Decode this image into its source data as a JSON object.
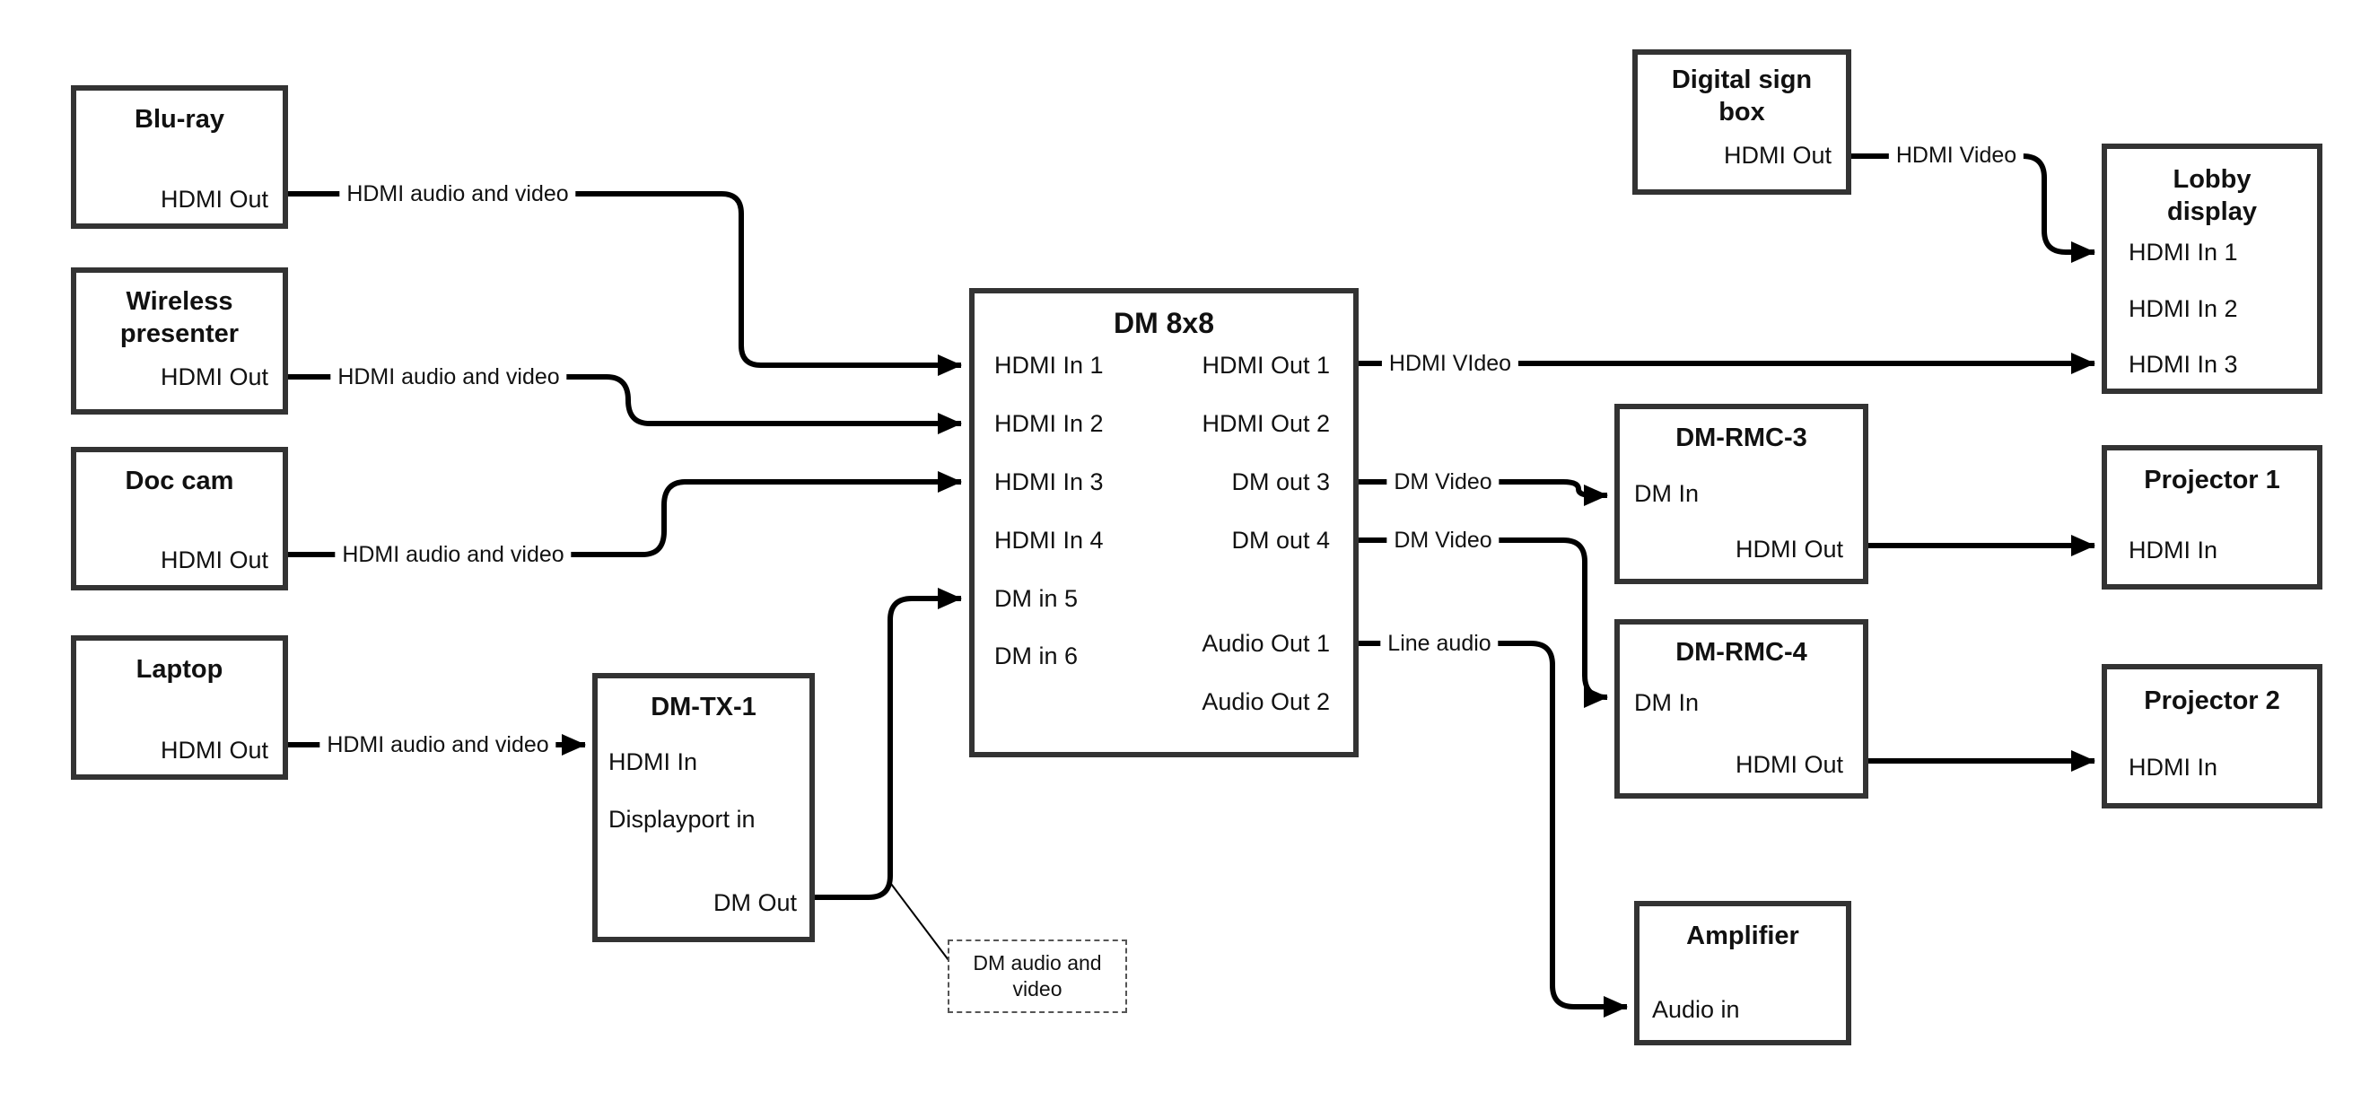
{
  "canvas": {
    "background": "#ffffff",
    "line_color": "#000000",
    "box_border_color": "#333333",
    "text_color": "#111111"
  },
  "nodes": {
    "bluray": {
      "title": "Blu-ray",
      "port_out": "HDMI Out"
    },
    "wireless": {
      "title_line1": "Wireless",
      "title_line2": "presenter",
      "port_out": "HDMI Out"
    },
    "doccam": {
      "title": "Doc cam",
      "port_out": "HDMI Out"
    },
    "laptop": {
      "title": "Laptop",
      "port_out": "HDMI Out"
    },
    "dmtx1": {
      "title": "DM-TX-1",
      "ports": [
        "HDMI In",
        "Displayport in",
        "DM Out"
      ]
    },
    "dm8x8": {
      "title": "DM 8x8",
      "left_ports": [
        "HDMI In 1",
        "HDMI In 2",
        "HDMI In 3",
        "HDMI In 4",
        "DM in 5",
        "DM in 6"
      ],
      "right_ports": [
        "HDMI Out 1",
        "HDMI Out 2",
        "DM out 3",
        "DM out 4",
        "Audio Out 1",
        "Audio Out 2"
      ]
    },
    "digital_sign": {
      "title_line1": "Digital sign",
      "title_line2": "box",
      "port_out": "HDMI Out"
    },
    "lobby_display": {
      "title_line1": "Lobby",
      "title_line2": "display",
      "ports": [
        "HDMI In 1",
        "HDMI In 2",
        "HDMI In 3"
      ]
    },
    "dm_rmc3": {
      "title": "DM-RMC-3",
      "port_in": "DM In",
      "port_out": "HDMI Out"
    },
    "projector1": {
      "title": "Projector 1",
      "port_in": "HDMI In"
    },
    "dm_rmc4": {
      "title": "DM-RMC-4",
      "port_in": "DM In",
      "port_out": "HDMI Out"
    },
    "projector2": {
      "title": "Projector 2",
      "port_in": "HDMI In"
    },
    "amplifier": {
      "title": "Amplifier",
      "port_in": "Audio in"
    }
  },
  "edge_labels": {
    "bluray_to_dm8x8": "HDMI audio and video",
    "wireless_to_dm8x8": "HDMI audio and video",
    "doccam_to_dm8x8": "HDMI audio and video",
    "laptop_to_dmtx1": "HDMI audio and video",
    "hdmi_out1_to_lobby": "HDMI VIdeo",
    "digital_sign_to_lobby": "HDMI Video",
    "dm_out3_to_rmc3": "DM Video",
    "dm_out4_to_rmc4": "DM Video",
    "audio_out1_to_amplifier": "Line audio"
  },
  "note": {
    "line1": "DM audio and",
    "line2": "video"
  }
}
